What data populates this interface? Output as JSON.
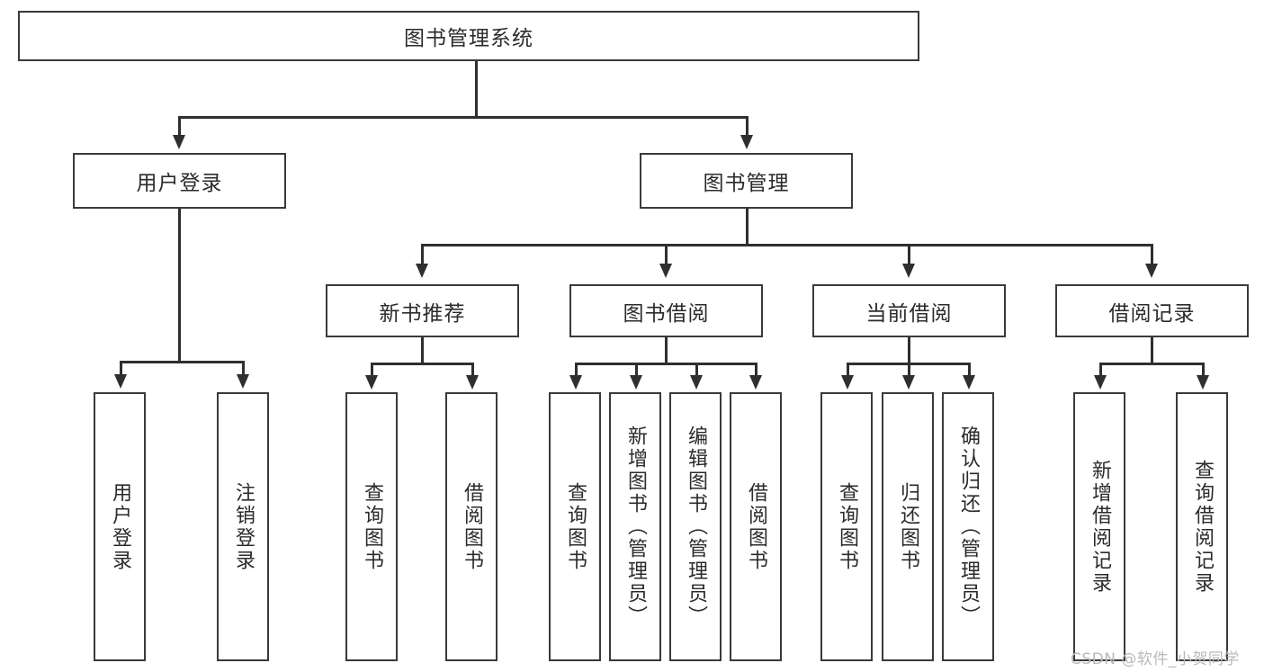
{
  "diagram": {
    "title": "图书管理系统",
    "type": "hierarchy-tree",
    "root": {
      "label": "图书管理系统"
    },
    "level2": [
      {
        "label": "用户登录"
      },
      {
        "label": "图书管理"
      }
    ],
    "level3": [
      {
        "label": "新书推荐"
      },
      {
        "label": "图书借阅"
      },
      {
        "label": "当前借阅"
      },
      {
        "label": "借阅记录"
      }
    ],
    "leaves": {
      "user_login": [
        {
          "label": "用户登录"
        },
        {
          "label": "注销登录"
        }
      ],
      "new_book_recommend": [
        {
          "label": "查询图书"
        },
        {
          "label": "借阅图书"
        }
      ],
      "book_borrow": [
        {
          "label": "查询图书"
        },
        {
          "label": "新增图书（管理员）"
        },
        {
          "label": "编辑图书（管理员）"
        },
        {
          "label": "借阅图书"
        }
      ],
      "current_borrow": [
        {
          "label": "查询图书"
        },
        {
          "label": "归还图书"
        },
        {
          "label": "确认归还（管理员）"
        }
      ],
      "borrow_record": [
        {
          "label": "新增借阅记录"
        },
        {
          "label": "查询借阅记录"
        }
      ]
    }
  },
  "watermark": {
    "text": "CSDN @软件_小贺同学"
  },
  "colors": {
    "stroke": "#3a3a3a",
    "connector": "#2f2f2f",
    "background": "#ffffff",
    "text": "#2b2b2b",
    "watermark": "#b9b9b9"
  }
}
